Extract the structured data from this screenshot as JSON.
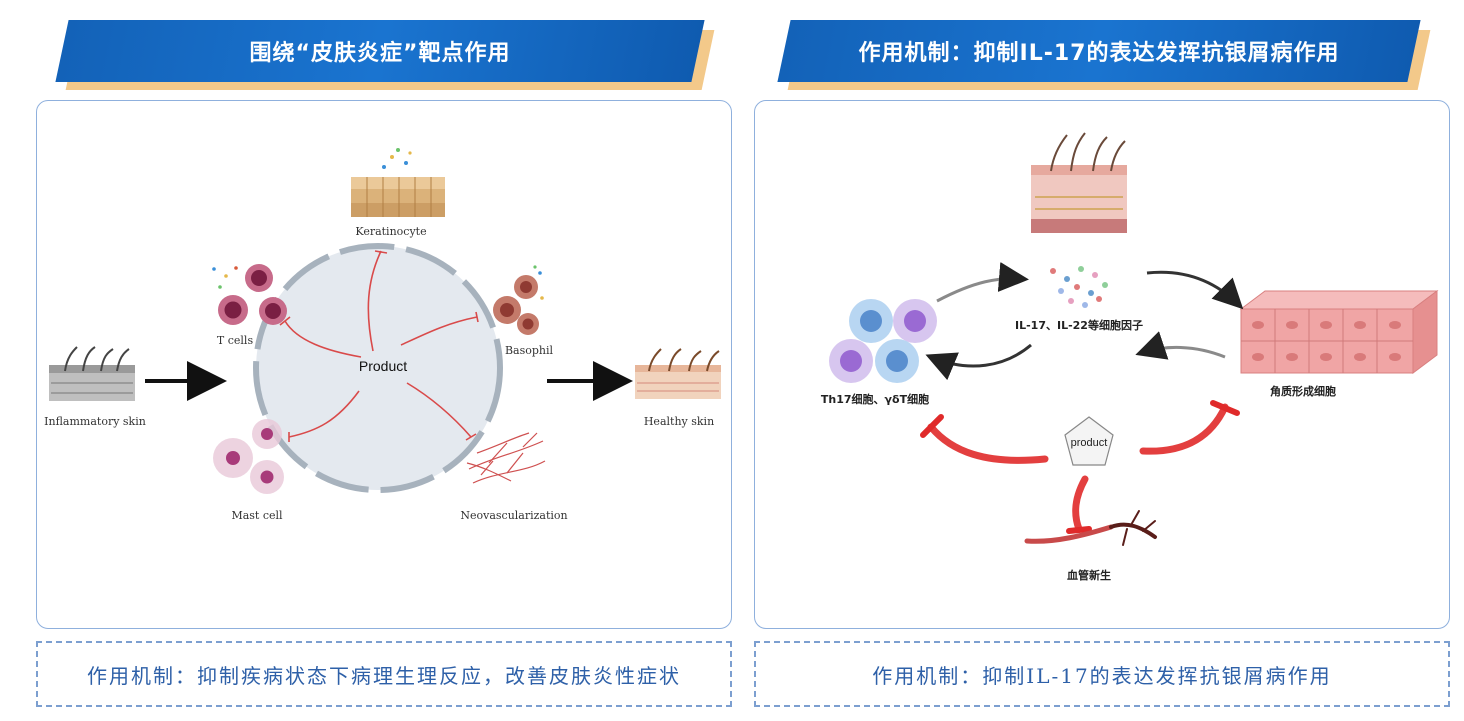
{
  "left": {
    "banner_title": "围绕“皮肤炎症”靶点作用",
    "caption": "作用机制：抑制疾病状态下病理生理反应，改善皮肤炎性症状",
    "diagram": {
      "center": "Product",
      "keratinocyte": "Keratinocyte",
      "t_cells": "T cells",
      "basophil": "Basophil",
      "mast_cell": "Mast cell",
      "neovascularization": "Neovascularization",
      "inflammatory_skin": "Inflammatory skin",
      "healthy_skin": "Healthy skin"
    }
  },
  "right": {
    "banner_title": "作用机制：抑制IL-17的表达发挥抗银屑病作用",
    "caption": "作用机制：抑制IL-17的表达发挥抗银屑病作用",
    "diagram": {
      "cytokines": "IL-17、IL-22等细胞因子",
      "th17": "Th17细胞、γδT细胞",
      "keratinocyte_cn": "角质形成细胞",
      "product": "product",
      "angiogenesis": "血管新生"
    }
  },
  "colors": {
    "banner_blue": "#1a6dc6",
    "banner_shadow": "#f3c98a",
    "inhibit_red": "#e02a2a",
    "caption_blue": "#2e60a8"
  }
}
